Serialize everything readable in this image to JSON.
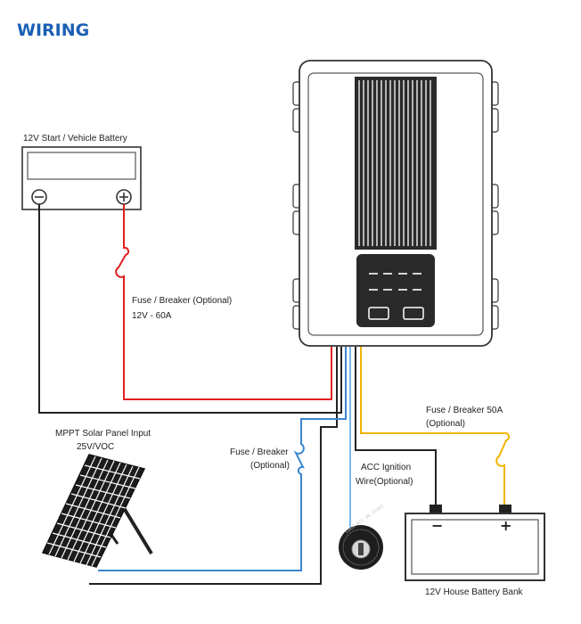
{
  "title": "WIRING",
  "labels": {
    "start_battery": "12V Start / Vehicle Battery",
    "fuse1_line1": "Fuse / Breaker  (Optional)",
    "fuse1_line2": "12V - 60A",
    "solar_line1": "MPPT Solar Panel Input",
    "solar_line2": "25V/VOC",
    "fuse2_line1": "Fuse / Breaker",
    "fuse2_line2": "(Optional)",
    "acc_line1": "ACC Ignition",
    "acc_line2": "Wire(Optional)",
    "fuse3_line1": "Fuse / Breaker 50A",
    "fuse3_line2": "(Optional)",
    "house_battery": "12V House Battery Bank",
    "negative_symbol": "−",
    "positive_symbol": "+"
  },
  "colors": {
    "title": "#1a5fb4",
    "red_wire": "#e02020",
    "black_wire": "#222222",
    "blue_wire": "#3a86d0",
    "yellow_wire": "#f0b400",
    "light_blue_wire": "#7ab8e8",
    "outline": "#333333"
  },
  "icons": {
    "start_battery": "car-battery-icon",
    "charger": "dc-dc-charger-icon",
    "solar_panel": "solar-panel-icon",
    "ignition": "ignition-switch-icon",
    "house_battery": "house-battery-icon",
    "fuse": "fuse-symbol-icon"
  }
}
